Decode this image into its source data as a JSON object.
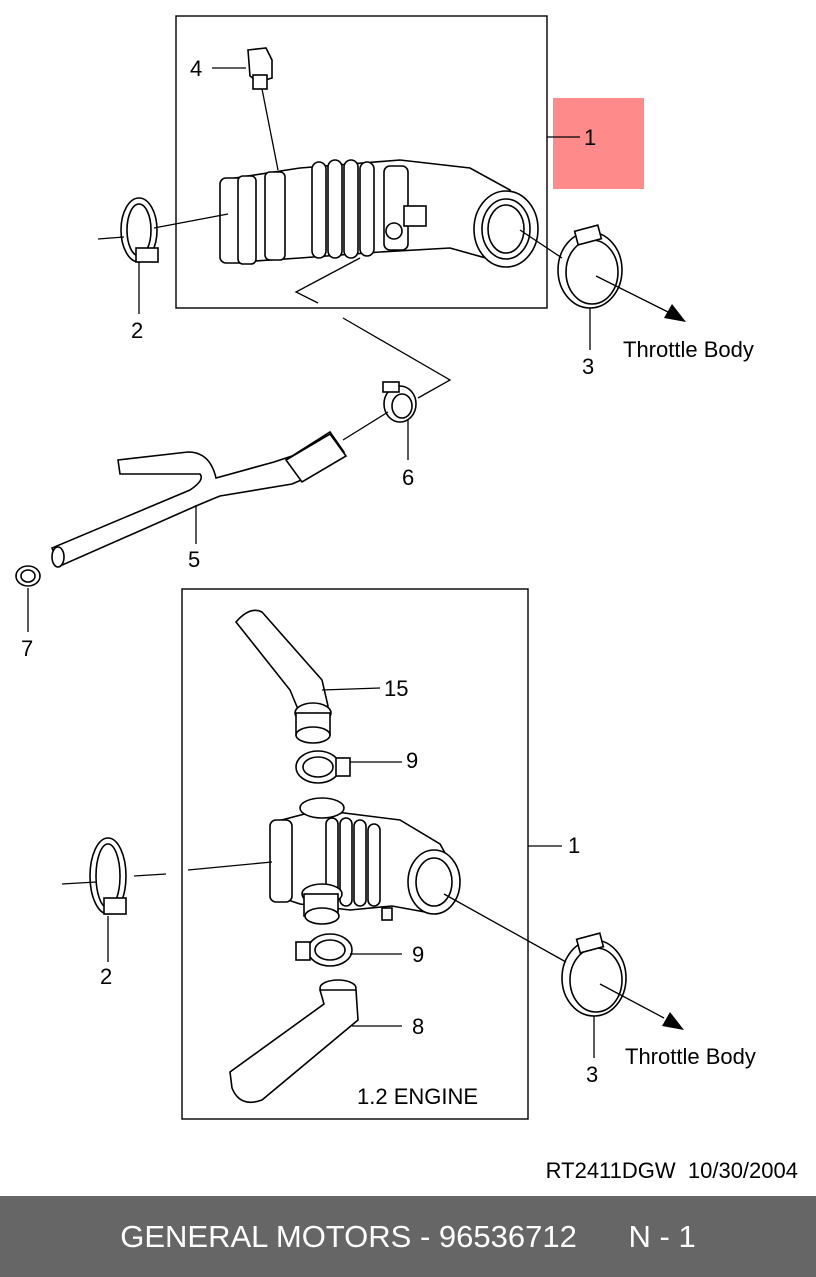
{
  "callouts": {
    "c1_top": "1",
    "c2_top": "2",
    "c3_top": "3",
    "c4": "4",
    "c5": "5",
    "c6": "6",
    "c7": "7",
    "c15": "15",
    "c9_upper": "9",
    "c1_bottom": "1",
    "c2_bottom": "2",
    "c9_lower": "9",
    "c8": "8",
    "c3_bottom": "3"
  },
  "labels": {
    "throttle_body_top": "Throttle Body",
    "throttle_body_bottom": "Throttle Body",
    "engine_variant": "1.2 ENGINE",
    "drawing_ref": "RT2411DGW  10/30/2004"
  },
  "footer": {
    "brand": "GENERAL MOTORS",
    "separator": " - ",
    "part_number": "96536712",
    "page_ref": "N - 1"
  },
  "colors": {
    "highlight": "#ff8a8a",
    "footer_bg": "#666666"
  }
}
